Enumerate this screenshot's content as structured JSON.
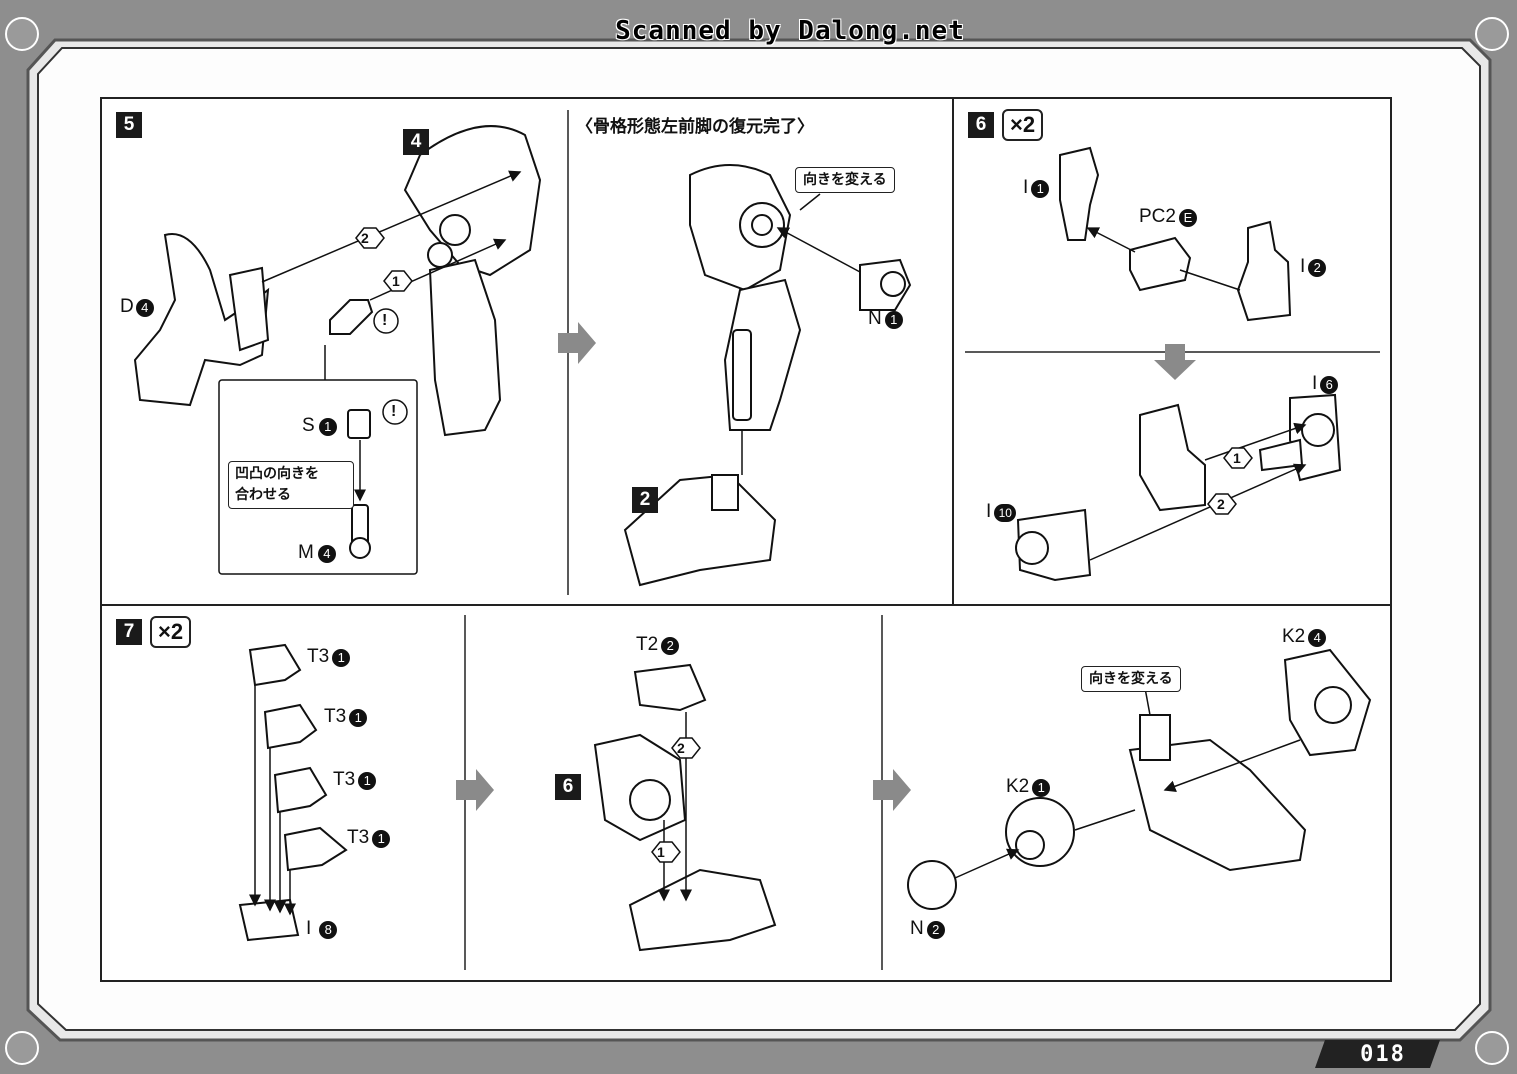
{
  "header": {
    "scan_credit": "Scanned by Dalong.net"
  },
  "footer": {
    "page_number": "018"
  },
  "step5": {
    "step_number": "5",
    "sub_step_badge": "4",
    "parts": [
      {
        "id": "D",
        "num": "4"
      },
      {
        "id": "S",
        "num": "1"
      },
      {
        "id": "M",
        "num": "4"
      }
    ],
    "sequence_markers": [
      "2",
      "1"
    ],
    "warning_mark": "!",
    "note": "凹凸の向きを合わせる",
    "note_line1": "凹凸の向きを",
    "note_line2": "合わせる"
  },
  "step5_result": {
    "title": "〈骨格形態左前脚の復元完了〉",
    "callout": "向きを変える",
    "part": {
      "id": "N",
      "num": "1"
    },
    "sub_step_badge": "2"
  },
  "step6": {
    "step_number": "6",
    "multiplier": "×2",
    "parts": [
      {
        "id": "I",
        "num": "1"
      },
      {
        "id": "PC2",
        "num": "E"
      },
      {
        "id": "I",
        "num": "2"
      },
      {
        "id": "I",
        "num": "6"
      },
      {
        "id": "I",
        "num": "10"
      }
    ],
    "sequence_markers": [
      "1",
      "2"
    ]
  },
  "step7": {
    "step_number": "7",
    "multiplier": "×2",
    "parts": [
      {
        "id": "T3",
        "num": "1"
      },
      {
        "id": "T3",
        "num": "1"
      },
      {
        "id": "T3",
        "num": "1"
      },
      {
        "id": "T3",
        "num": "1"
      },
      {
        "id": "I",
        "num": "8"
      },
      {
        "id": "T2",
        "num": "2"
      },
      {
        "id": "K2",
        "num": "4"
      },
      {
        "id": "K2",
        "num": "1"
      },
      {
        "id": "N",
        "num": "2"
      }
    ],
    "sub_step_badge": "6",
    "callout": "向きを変える",
    "sequence_markers": [
      "2",
      "1"
    ]
  },
  "colors": {
    "frame": "#8f8f8f",
    "panel": "#ffffff",
    "ink": "#111111",
    "badge": "#1a1a1a"
  },
  "icons": [
    "arrow-right-icon",
    "arrow-down-icon",
    "warning-icon",
    "flip-icon"
  ]
}
